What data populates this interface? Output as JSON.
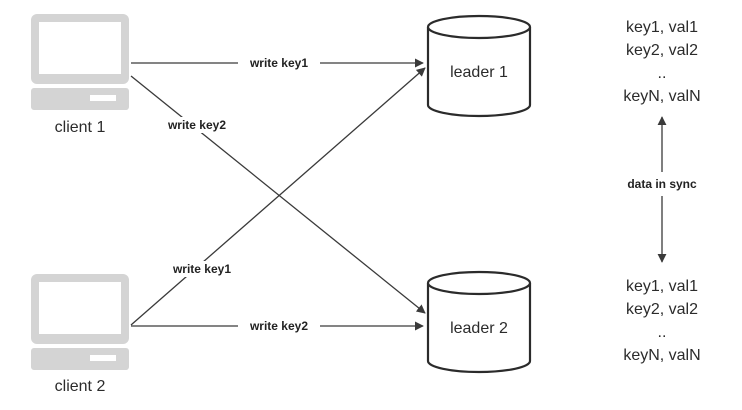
{
  "clients": [
    {
      "label": "client 1"
    },
    {
      "label": "client 2"
    }
  ],
  "leaders": [
    {
      "label": "leader 1"
    },
    {
      "label": "leader 2"
    }
  ],
  "edges": [
    {
      "from": "client 1",
      "to": "leader 1",
      "label": "write key1"
    },
    {
      "from": "client 1",
      "to": "leader 2",
      "label": "write key2"
    },
    {
      "from": "client 2",
      "to": "leader 1",
      "label": "write key1"
    },
    {
      "from": "client 2",
      "to": "leader 2",
      "label": "write key2"
    }
  ],
  "data_blocks": [
    {
      "lines": [
        "key1, val1",
        "key2, val2",
        "..",
        "keyN, valN"
      ]
    },
    {
      "lines": [
        "key1, val1",
        "key2, val2",
        "..",
        "keyN, valN"
      ]
    }
  ],
  "sync": {
    "label": "data in sync"
  },
  "colors": {
    "client_fill": "#d4d4d4",
    "client_screen": "#ffffff",
    "client_slot": "#ffffff",
    "cylinder_fill": "#ffffff",
    "stroke": "#2b2b2b",
    "arrow": "#3a3a3a"
  }
}
